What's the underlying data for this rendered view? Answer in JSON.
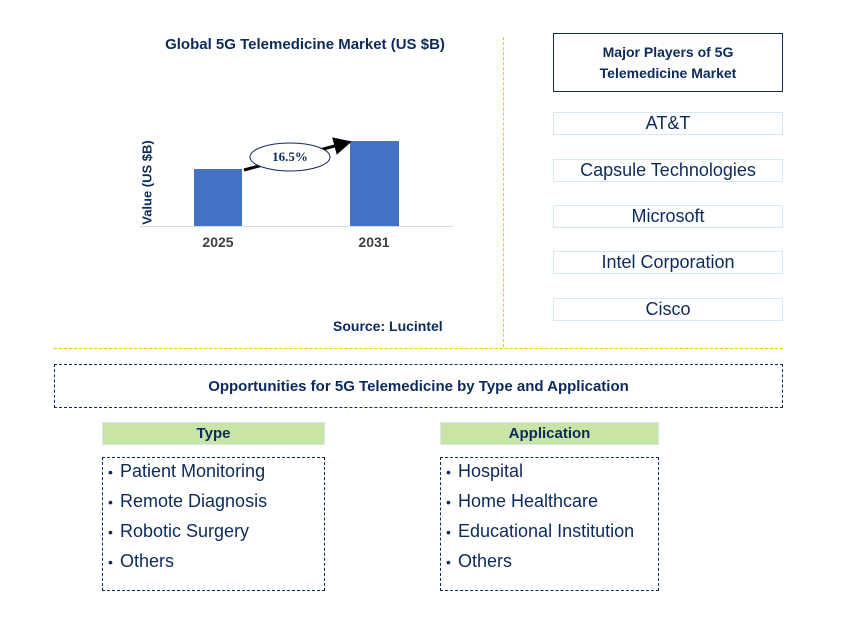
{
  "chart": {
    "title": "Global 5G Telemedicine Market (US $B)",
    "ylabel": "Value (US $B)",
    "cagr_label": "16.5%",
    "source": "Source: Lucintel",
    "colors": {
      "bar": "#4472c4",
      "text": "#0d2a5c",
      "divider": "#ffc000"
    }
  },
  "chart_data": {
    "type": "bar",
    "title": "Global 5G Telemedicine Market (US $B)",
    "xlabel": "",
    "ylabel": "Value (US $B)",
    "categories": [
      "2025",
      "2031"
    ],
    "values": [
      2.0,
      3.0
    ],
    "annotations": [
      "CAGR 16.5% (2025 to 2031)"
    ],
    "grid": false,
    "legend": null,
    "note": "No numeric axis shown; values are relative bar heights (2031 bar ~1.5x the 2025 bar)."
  },
  "players": {
    "header": "Major Players of 5G Telemedicine Market",
    "items": [
      "AT&T",
      "Capsule Technologies",
      "Microsoft",
      "Intel Corporation",
      "Cisco"
    ]
  },
  "opportunities": {
    "header": "Opportunities for 5G Telemedicine by Type and Application",
    "type": {
      "label": "Type",
      "items": [
        "Patient Monitoring",
        "Remote Diagnosis",
        "Robotic Surgery",
        "Others"
      ]
    },
    "application": {
      "label": "Application",
      "items": [
        "Hospital",
        "Home Healthcare",
        "Educational Institution",
        "Others"
      ]
    }
  }
}
